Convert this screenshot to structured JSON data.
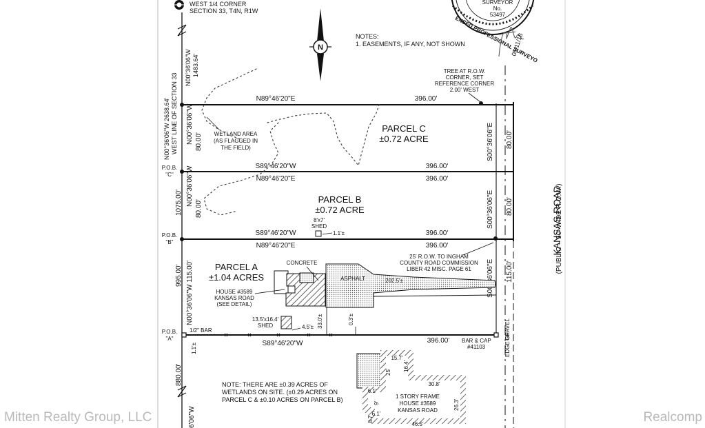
{
  "corner": {
    "line1": "WEST 1/4 CORNER",
    "line2": "SECTION 33, T4N, R1W"
  },
  "north_letter": "N",
  "notes": {
    "title": "NOTES:",
    "item": "1. EASEMENTS, IF ANY, NOT SHOWN"
  },
  "seal": {
    "surveyor": "SURVEYOR",
    "no": "No.",
    "number": "53497",
    "arc": "ENSED PROFESSIONAL SURVEYO"
  },
  "signature_date": "06/11/18",
  "tree_note": [
    "TREE AT R.O.W.",
    "CORNER, SET",
    "REFERENCE CORNER",
    "2.00' WEST"
  ],
  "west_line": {
    "top": [
      "N00°36'06\"W",
      "1483.64'"
    ],
    "mid": [
      "N00°36'06\"W 2638.64'",
      "WEST LINE OF SECTION 33"
    ],
    "bottom": "6'06\"W"
  },
  "wetland": [
    "WETLAND AREA",
    "(AS FLAGGED IN",
    "THE FIELD)"
  ],
  "parcel_c": {
    "name": "PARCEL C",
    "area": "±0.72 ACRE"
  },
  "parcel_b": {
    "name": "PARCEL B",
    "area": "±0.72 ACRE"
  },
  "parcel_a": {
    "name": "PARCEL A",
    "area": "±1.04 ACRES"
  },
  "bearings": {
    "n_line": "N89°46'20\"E",
    "s_line": "S89°46'20\"W",
    "west_side": "N00°36'06\"W",
    "east_side": "S00°36'06\"E",
    "west_side_a": "N00°36'06\"W 115.00'"
  },
  "distances": {
    "d396": "396.00'",
    "d80": "80.00'",
    "d115": "115.00'",
    "d1075": "1075.00'",
    "d995": "995.00'",
    "d880": "880.00'",
    "d1_1": "1.1'±"
  },
  "pob": {
    "c": [
      "P.O.B.",
      "\"C\""
    ],
    "b": [
      "P.O.B.",
      "\"B\""
    ],
    "a": [
      "P.O.B.",
      "\"A\""
    ]
  },
  "road": {
    "name": "KANSAS ROAD",
    "sub": "(PUBLIC – 50' WIDE R.O.W.)"
  },
  "small_shed": [
    "8'x7'",
    "SHED"
  ],
  "shed_offset": "1.1'±",
  "concrete": "CONCRETE",
  "asphalt": "ASPHALT",
  "drive_len": "202.5'±",
  "row_note": [
    "25' R.O.W. TO INGHAM",
    "COUNTY ROAD COMMISSION",
    "LIBER 42 MISC. PAGE 61"
  ],
  "house": [
    "HOUSE #3589",
    "KANSAS ROAD",
    "(SEE DETAIL)"
  ],
  "big_shed": [
    "13.5'x16.4'",
    "SHED"
  ],
  "dims_small": [
    "33.0'±",
    "0.3'±",
    "4.5'±"
  ],
  "bar": "1/2\" BAR",
  "bar_cap": [
    "BAR & CAP",
    "#41103"
  ],
  "gravel": "GRAVEL",
  "edge_of": "EDGE OF",
  "wetlands_note": [
    "NOTE: THERE ARE ±0.39 ACRES OF",
    "WETLANDS ON SITE. (±0.29 ACRES ON",
    "PARCEL C & ±0.10 ACRES ON PARCEL B)"
  ],
  "detail": {
    "labels": [
      "1 STORY FRAME",
      "HOUSE #3589",
      "KANSAS ROAD"
    ],
    "dims": [
      "15.7'",
      "16.4'",
      "25'",
      "30.8'",
      "6.1'",
      "9'",
      "26.3'",
      "6.1'",
      "8.7'",
      "46.5'"
    ]
  },
  "watermarks": {
    "left": "Mitten Realty Group, LLC",
    "right": "Realcomp"
  }
}
